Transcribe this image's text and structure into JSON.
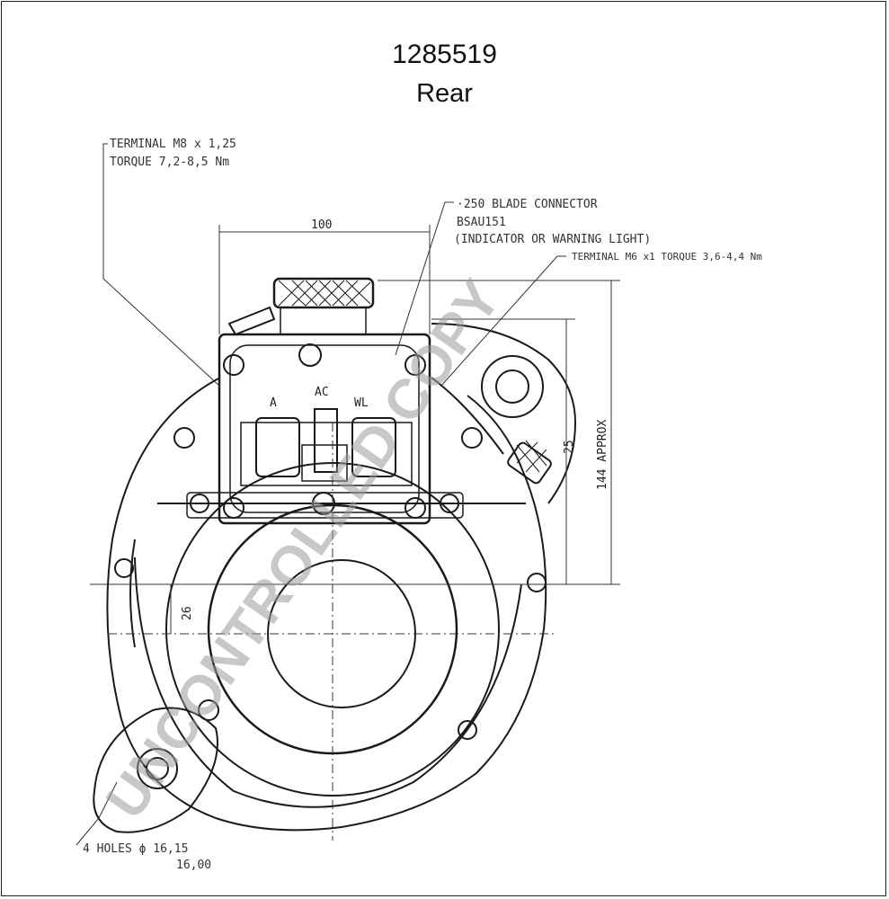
{
  "title": "1285519",
  "subtitle": "Rear",
  "notes": {
    "terminal_main_line1": "TERMINAL  M8 x 1,25",
    "terminal_main_line2": "TORQUE  7,2-8,5 Nm",
    "blade_line1": "·250 BLADE CONNECTOR",
    "blade_line2": "BSAU151",
    "blade_line3": "(INDICATOR OR WARNING LIGHT)",
    "terminal_small": "TERMINAL M6 x1 TORQUE 3,6-4,4 Nm",
    "holes_line1": "4 HOLES ϕ 16,15",
    "holes_line2": "16,00"
  },
  "terminal_labels": {
    "a": "A",
    "ac": "AC",
    "wl": "WL"
  },
  "dimensions": {
    "width_top": "100",
    "height_right": "144 APPROX",
    "offset_right": "25",
    "offset_left": "26"
  },
  "watermark": "UNCONTROLLED COPY"
}
